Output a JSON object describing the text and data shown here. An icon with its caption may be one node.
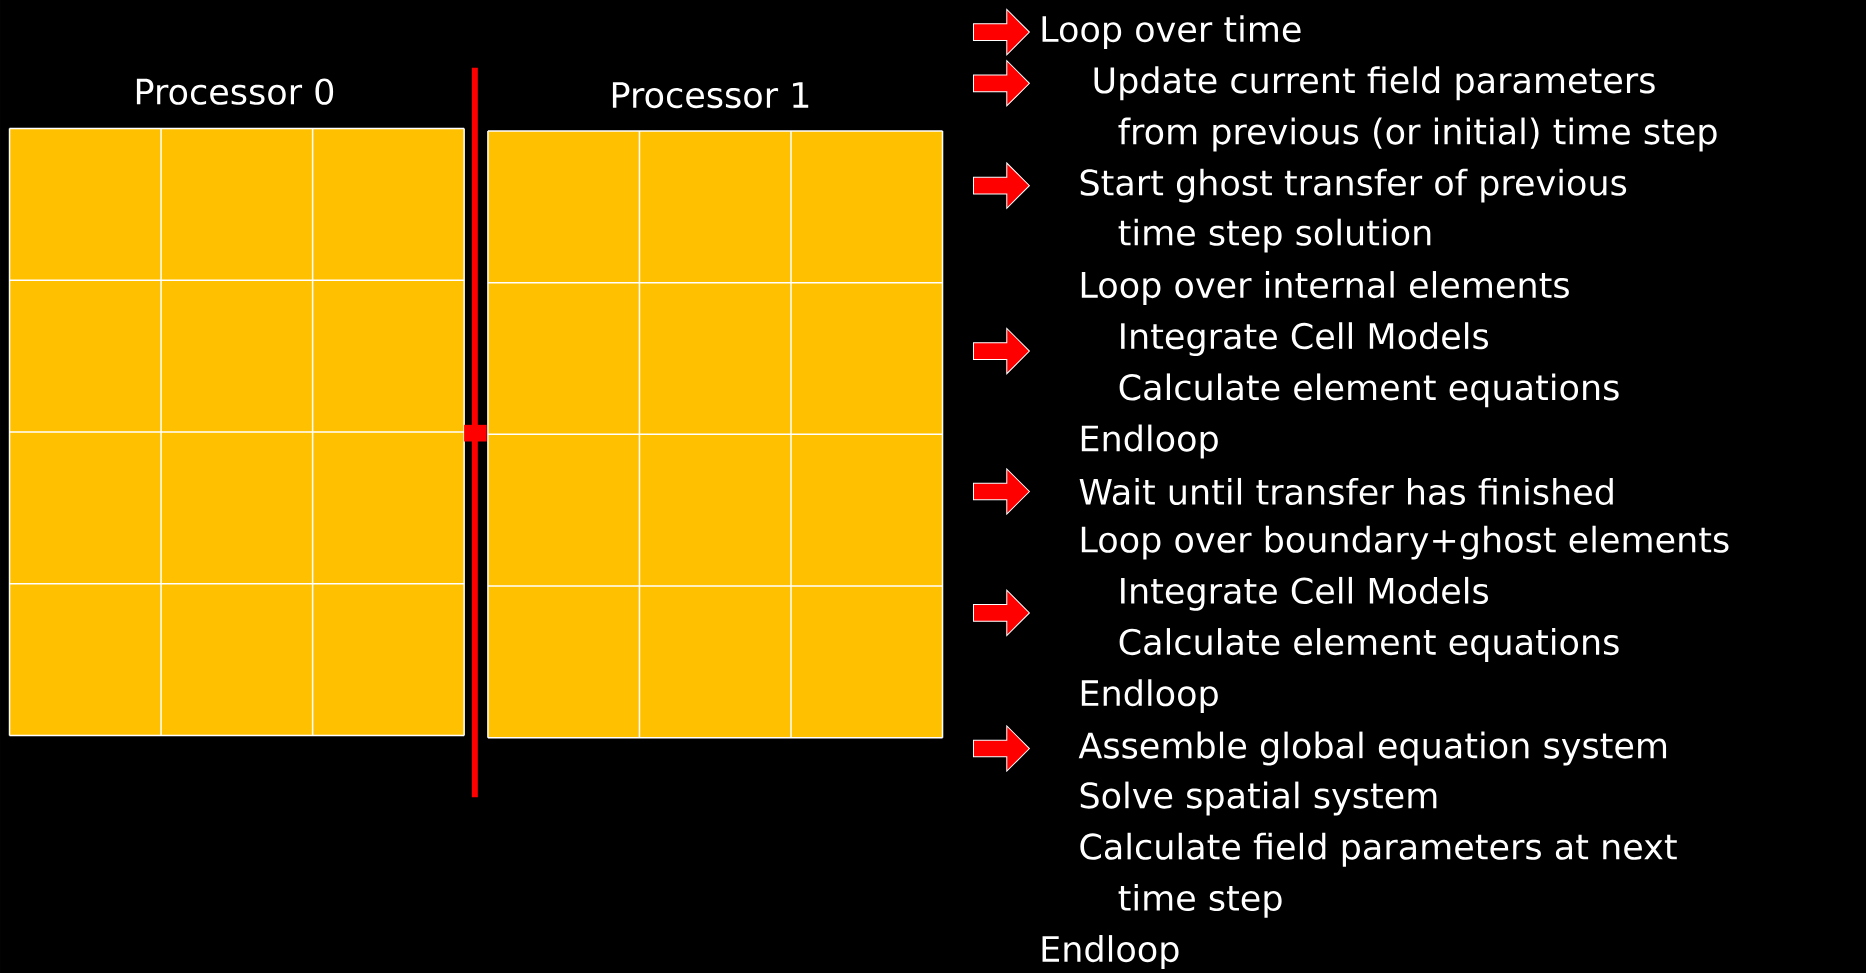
{
  "diagram": {
    "labels": [
      "Processor 0",
      "Processor 1",
      "Loop over time",
      "Update current field parameters",
      "from previous (or initial) time step",
      "Start ghost transfer of previous",
      "time step solution",
      "Loop over internal elements",
      "Integrate Cell Models",
      "Calculate element equations",
      "Endloop",
      "Wait until transfer has finished",
      "Loop over boundary+ghost elements",
      "Integrate Cell Models",
      "Calculate element equations",
      "Endloop",
      "Assemble global equation system",
      "Solve spatial system",
      "Calculate field parameters at next",
      "time step",
      "Endloop"
    ]
  }
}
